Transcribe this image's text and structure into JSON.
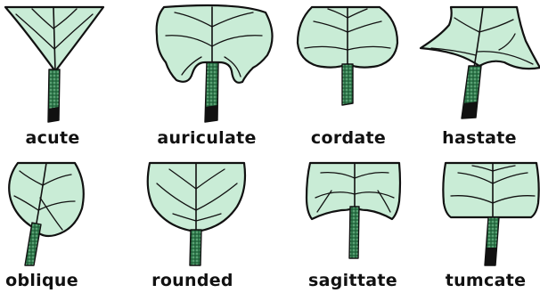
{
  "colors": {
    "blade_fill": "#c9ecd6",
    "outline": "#111111",
    "petiole_fill": "#2f7a4c",
    "background": "#ffffff"
  },
  "leaf_bases": [
    {
      "label": "acute",
      "shape": "acute"
    },
    {
      "label": "auriculate",
      "shape": "auriculate"
    },
    {
      "label": "cordate",
      "shape": "cordate"
    },
    {
      "label": "hastate",
      "shape": "hastate"
    },
    {
      "label": "oblique",
      "shape": "oblique"
    },
    {
      "label": "rounded",
      "shape": "rounded"
    },
    {
      "label": "sagittate",
      "shape": "sagittate"
    },
    {
      "label": "tumcate",
      "shape": "truncate"
    }
  ]
}
